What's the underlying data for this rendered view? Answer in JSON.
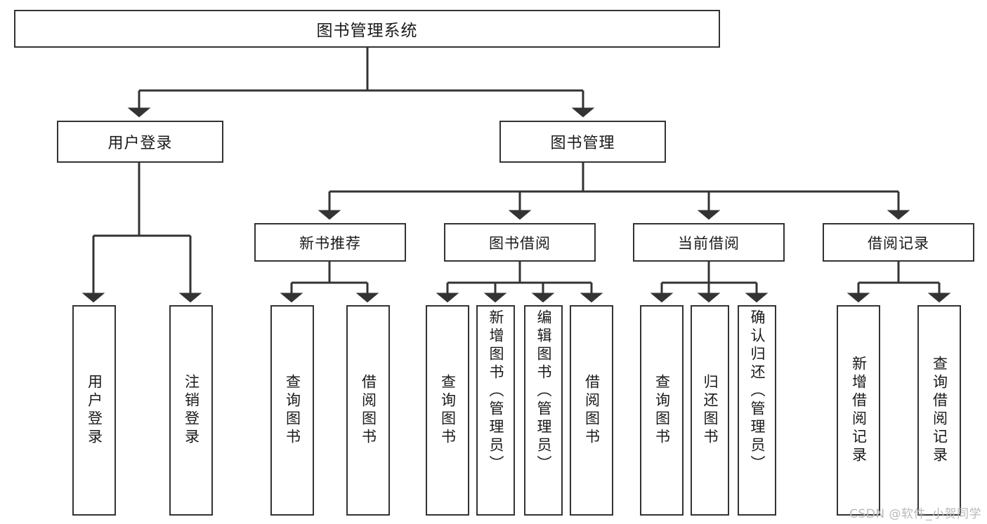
{
  "diagram": {
    "title": "图书管理系统",
    "type": "tree-hierarchy",
    "root": {
      "label": "图书管理系统"
    },
    "tier2": [
      {
        "label": "用户登录"
      },
      {
        "label": "图书管理"
      }
    ],
    "tier3": [
      {
        "label": "新书推荐"
      },
      {
        "label": "图书借阅"
      },
      {
        "label": "当前借阅"
      },
      {
        "label": "借阅记录"
      }
    ],
    "leaves": {
      "user_login": [
        {
          "label": "用户登录"
        },
        {
          "label": "注销登录"
        }
      ],
      "new_book_recommend": [
        {
          "label": "查询图书"
        },
        {
          "label": "借阅图书"
        }
      ],
      "book_borrow": [
        {
          "label": "查询图书"
        },
        {
          "label": "新增图书（管理员）"
        },
        {
          "label": "编辑图书（管理员）"
        },
        {
          "label": "借阅图书"
        }
      ],
      "current_borrow": [
        {
          "label": "查询图书"
        },
        {
          "label": "归还图书"
        },
        {
          "label": "确认归还（管理员）"
        }
      ],
      "borrow_record": [
        {
          "label": "新增借阅记录"
        },
        {
          "label": "查询借阅记录"
        }
      ]
    }
  },
  "watermark": {
    "text": "CSDN @软件_小贺同学"
  },
  "colors": {
    "box_border": "#333333",
    "box_fill": "#ffffff",
    "text": "#1a1a1a",
    "connector": "#333333",
    "watermark": "#b9b9b9"
  }
}
